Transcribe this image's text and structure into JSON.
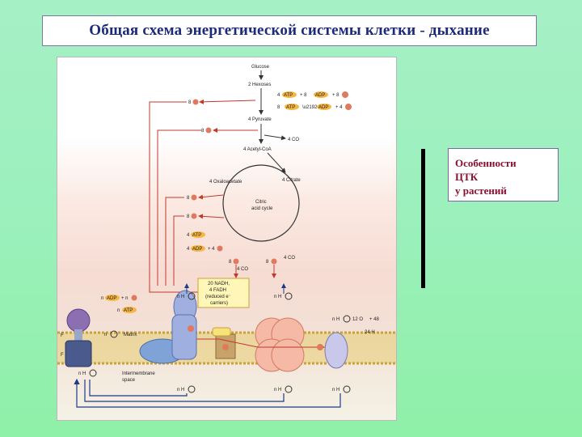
{
  "title": "Общая схема энергетической системы клетки - дыхание",
  "note": {
    "line1": "Особенности",
    "line2": "ЦТК",
    "line3": "у растений"
  },
  "figure": {
    "glucose": "Glucose",
    "hexose": "2 Hexoses",
    "pyruvate": "4 Pyruvate",
    "acetyl": "4 Acetyl-CoA",
    "citrate": "4 Citrate",
    "oxaloacetate": "4 Oxaloacetate",
    "tca": "Citric",
    "tca2": "acid cycle",
    "co2_a": "4 CO",
    "co2_b": "4 CO",
    "co2_c": "4 CO",
    "nadh_box1": "20 NADH,",
    "nadh_box2": "4 FADH",
    "nadh_box3": "(reduced e⁻",
    "nadh_box4": "carriers)",
    "matrix": "Matrix",
    "ims1": "Intermembrane",
    "ims2": "space",
    "water_eq1": "12 O",
    "water_eq2": "+ 48",
    "water_out": "24 H",
    "atp": "ATP",
    "adp": "ADP",
    "nh": "n H",
    "f0": "F",
    "f1": "F"
  },
  "colors": {
    "title_text": "#1c2a7a",
    "note_text": "#8a1030",
    "arrow_red": "#c0392b",
    "membrane": "#e4c46a",
    "atp_fill": "#f5b642"
  }
}
